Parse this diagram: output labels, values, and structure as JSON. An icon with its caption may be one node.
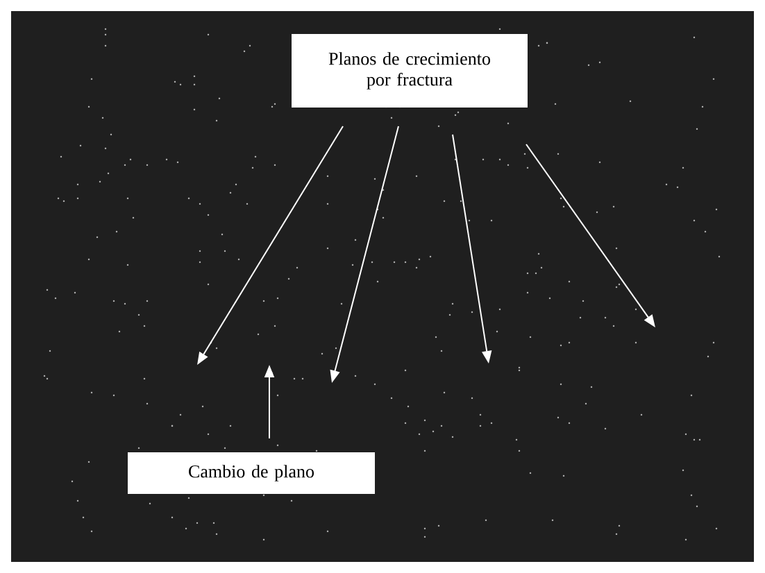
{
  "diagram": {
    "nodes": [
      {
        "text": [
          "Planos de crecimiento por fractura"
        ]
      },
      {
        "text": [
          "Cambio de plano"
        ]
      }
    ],
    "edges": [
      {
        "from": 0,
        "to": null,
        "arrow": "to"
      },
      {
        "from": 0,
        "to": null,
        "arrow": "to"
      },
      {
        "from": 0,
        "to": null,
        "arrow": "to"
      },
      {
        "from": 0,
        "to": null,
        "arrow": "to"
      },
      {
        "from": 1,
        "to": null,
        "arrow": "to"
      }
    ]
  }
}
